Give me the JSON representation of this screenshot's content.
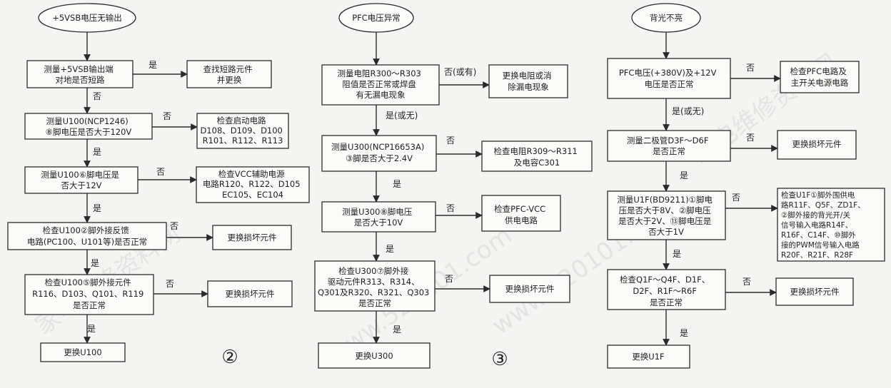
{
  "watermarks": [
    "家电维修资料网",
    "www.520101.com",
    "家电维修资料网",
    "www.520101.com"
  ],
  "flowchart_2": {
    "start": "+5VSB电压无输出",
    "step1": [
      "测量+5VSB输出端",
      "对地是否短路"
    ],
    "step1_yes_label": "是",
    "step1_yes_result": [
      "查找短路元件",
      "并更换"
    ],
    "step1_no_label": "否",
    "step2": [
      "测量U100(NCP1246)",
      "⑧脚电压是否大于120V"
    ],
    "step2_no_label": "否",
    "step2_no_result": [
      "检查启动电路",
      "D108、D109、D100",
      "R101、R112、R113"
    ],
    "step2_yes_label": "是",
    "step3": [
      "测量U100⑥脚电压是",
      "否大于12V"
    ],
    "step3_no_label": "否",
    "step3_no_result": [
      "检查VCC辅助电源",
      "电路R120、R122、D105",
      "EC105、EC104"
    ],
    "step3_yes_label": "是",
    "step4": [
      "检查U100②脚外接反馈",
      "电路(PC100、U101等)是否正常"
    ],
    "step4_no_label": "否",
    "step4_no_result": [
      "更换损坏元件"
    ],
    "step4_yes_label": "是",
    "step5": [
      "检查U100⑤脚外接元件",
      "R116、D103、Q101、R119",
      "是否正常"
    ],
    "step5_no_label": "否",
    "step5_no_result": [
      "更换损坏元件"
    ],
    "step5_yes_label": "是",
    "end": "更换U100",
    "figure_number": "②"
  },
  "flowchart_3": {
    "start": "PFC电压异常",
    "step1": [
      "测量电阻R300～R303",
      "阻值是否正常或焊盘",
      "有无漏电现象"
    ],
    "step1_no_label": "否(或有)",
    "step1_no_result": [
      "更换电阻或消",
      "除漏电现象"
    ],
    "step1_yes_label": "是(或无)",
    "step2": [
      "测量U300(NCP16653A)",
      "③脚是否大于2.4V"
    ],
    "step2_no_label": "否",
    "step2_no_result": [
      "检查电阻R309～R311",
      "及电容C301"
    ],
    "step2_yes_label": "是",
    "step3": [
      "测量U300⑧脚电压",
      "是否大于10V"
    ],
    "step3_no_label": "否",
    "step3_no_result": [
      "检查PFC-VCC",
      "供电电路"
    ],
    "step3_yes_label": "是",
    "step4": [
      "检查U300⑦脚外接",
      "驱动元件R313、R314、",
      "Q301及R320、R321、Q303",
      "是否正常"
    ],
    "step4_no_label": "否",
    "step4_no_result": [
      "更换损坏元件"
    ],
    "step4_yes_label": "是",
    "end": "更换U300",
    "figure_number": "③"
  },
  "flowchart_4": {
    "start": "背光不亮",
    "step1": [
      "PFC电压(+380V)及+12V",
      "电压是否正常"
    ],
    "step1_no_label": "否",
    "step1_no_result": [
      "检查PFC电路及",
      "主开关电源电路"
    ],
    "step1_yes_label": "是(或无)",
    "step2": [
      "测量二极管D3F～D6F",
      "是否正常"
    ],
    "step2_no_label": "否",
    "step2_no_result": [
      "更换损坏元件"
    ],
    "step2_yes_label": "是",
    "step3": [
      "测量U1F(BD9211)①脚电",
      "压是否大于8V、②脚电压",
      "是否大于2V、⑬脚电压是",
      "否大于1V"
    ],
    "step3_no_label": "否",
    "step3_no_result": [
      "检查U1F①脚外围供电",
      "路R11F、Q5F、ZD1F、",
      "②脚外接的背光开/关",
      "信号输入电路R14F、",
      "R16F、C14F、⑩脚外",
      "接的PWM信号输入电路",
      "R20F、R21F、R28F"
    ],
    "step3_yes_label": "是",
    "step4": [
      "检查Q1F～Q4F、D1F、",
      "D2F、R1F～R6F",
      "是否正常"
    ],
    "step4_no_label": "否",
    "step4_no_result": [
      "更换损坏元件"
    ],
    "step4_yes_label": "是",
    "end": "更换U1F"
  }
}
